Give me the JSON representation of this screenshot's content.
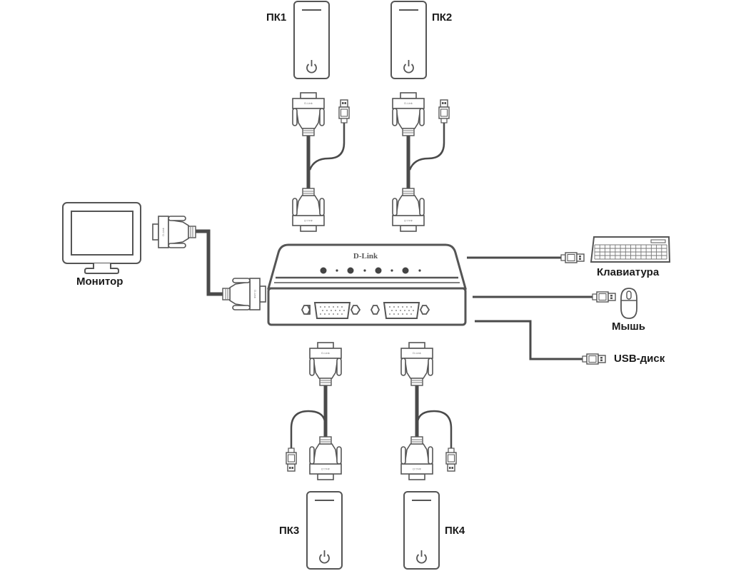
{
  "title": "D-Link KVM switch connection diagram",
  "colors": {
    "outline": "#555555",
    "cable": "#4a4a4a",
    "fill": "#ffffff",
    "text": "#1a1a1a"
  },
  "switch": {
    "brand": "D-Link",
    "led_count": 4,
    "vga_ports": 2
  },
  "computers": [
    {
      "label": "ПК1",
      "icon": "power-icon"
    },
    {
      "label": "ПК2",
      "icon": "power-icon"
    },
    {
      "label": "ПК3",
      "icon": "power-icon"
    },
    {
      "label": "ПК4",
      "icon": "power-icon"
    }
  ],
  "peripherals": {
    "monitor": {
      "label": "Монитор"
    },
    "keyboard": {
      "label": "Клавиатура"
    },
    "mouse": {
      "label": "Мышь"
    },
    "usb_disk": {
      "label": "USB-диск"
    }
  },
  "cable_brand_text": "D-Link"
}
